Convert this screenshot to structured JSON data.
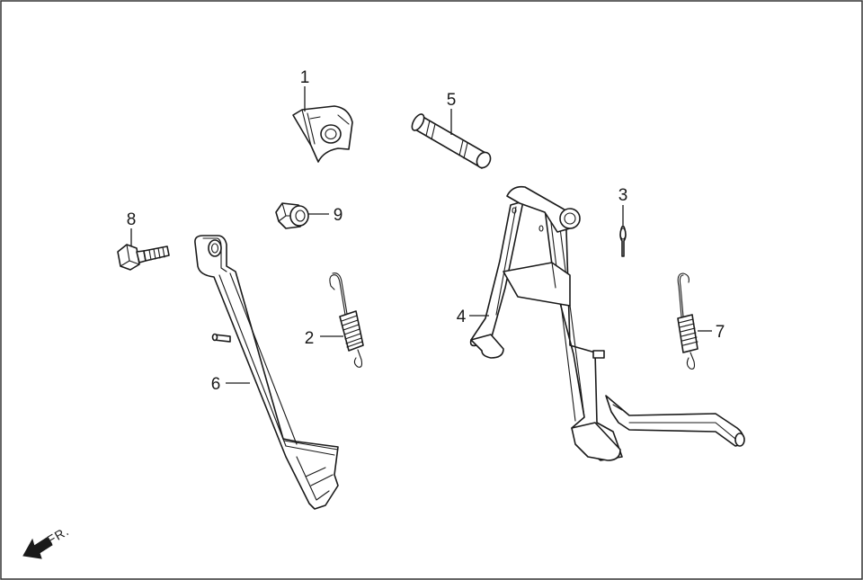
{
  "callouts": [
    {
      "id": "part-1",
      "label": "1"
    },
    {
      "id": "part-2",
      "label": "2"
    },
    {
      "id": "part-3",
      "label": "3"
    },
    {
      "id": "part-4",
      "label": "4"
    },
    {
      "id": "part-5",
      "label": "5"
    },
    {
      "id": "part-6",
      "label": "6"
    },
    {
      "id": "part-7",
      "label": "7"
    },
    {
      "id": "part-8",
      "label": "8"
    },
    {
      "id": "part-9",
      "label": "9"
    }
  ],
  "direction_indicator": {
    "label": "FR."
  },
  "colors": {
    "line": "#1a1a1a",
    "background": "#ffffff",
    "frame": "#333333"
  }
}
